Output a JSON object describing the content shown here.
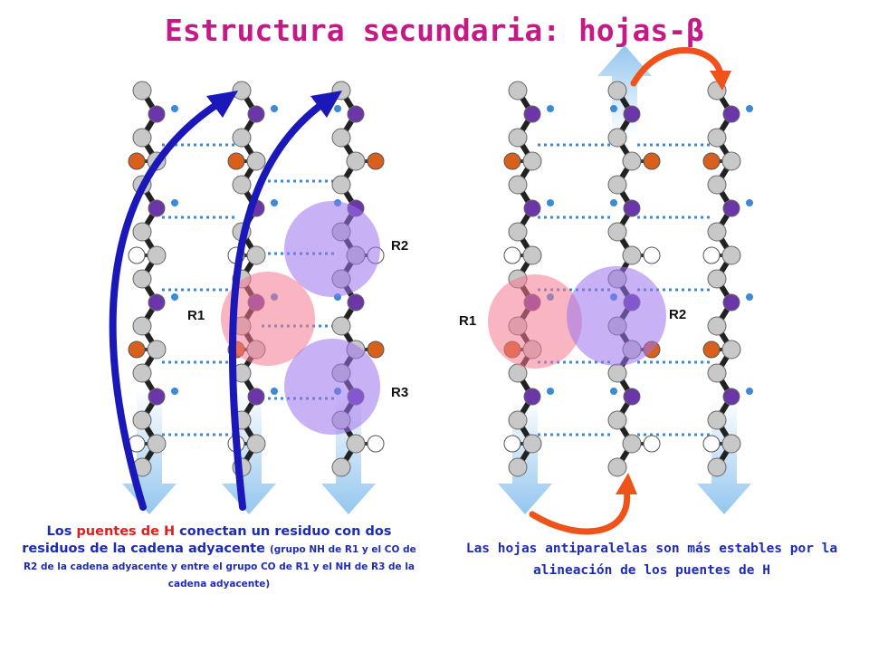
{
  "title": "Estructura secundaria: hojas-β",
  "left_panel": {
    "labels": {
      "r1": "R1",
      "r2": "R2",
      "r3": "R3"
    },
    "caption": {
      "part1": "Los ",
      "highlight": "puentes de H",
      "part2": " conectan un residuo con dos residuos de la cadena adyacente ",
      "small": "(grupo NH de R1 y el CO de R2 de la cadena adyacente y entre el grupo CO de R1 y el NH de R3 de la cadena adyacente)"
    }
  },
  "right_panel": {
    "labels": {
      "r1": "R1",
      "r2": "R2"
    },
    "caption": "Las hojas antiparalelas son más estables por la alineación de los puentes de H"
  },
  "colors": {
    "title": "#c41a86",
    "caption": "#1e2bb4",
    "highlight": "#e01e1e",
    "blue_arrow": "#1a18b8",
    "orange_arrow": "#f0531a",
    "nitrogen": "#6a36a8",
    "oxygen": "#d9601c",
    "carbon": "#c8c8c8",
    "hydrogen": "#ffffff",
    "h_bond": "#3a8ad6",
    "strand_arrow": "#8ec3ee",
    "circle_red": "#f47a90",
    "circle_purple": "#9a72ec"
  }
}
